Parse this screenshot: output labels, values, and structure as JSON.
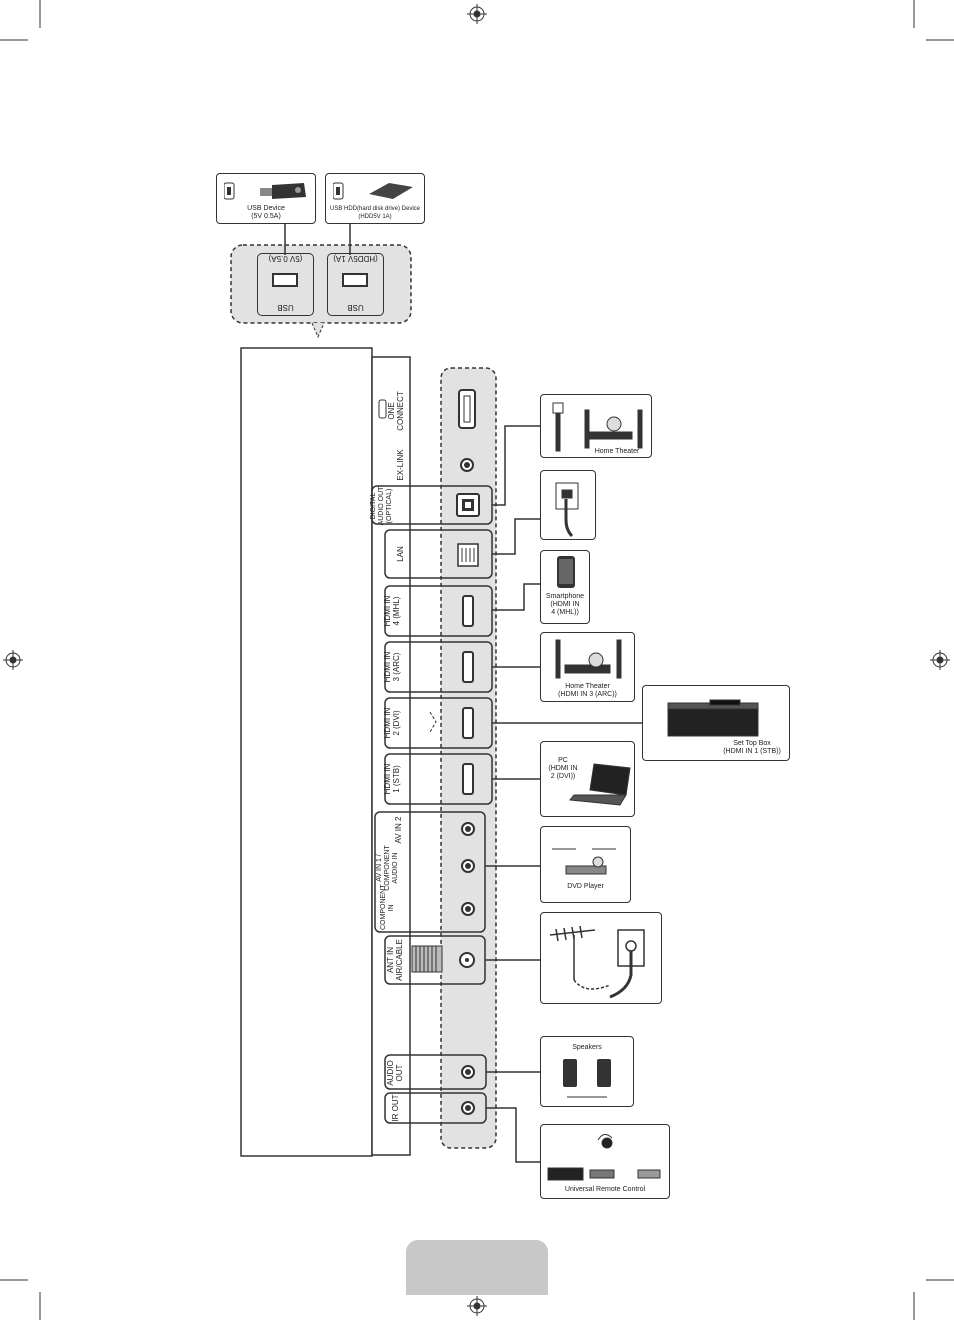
{
  "usb_devices": {
    "usb_device": "USB Device\n(5V 0.5A)",
    "usb_hdd": "USB HDD(hard disk drive) Device\n(HDD5V 1A)"
  },
  "usb_ports": {
    "port1_name": "USB",
    "port1_spec": "(5V 0.5A)",
    "port2_name": "USB",
    "port2_spec": "(HDD5V 1A)"
  },
  "panel_labels": {
    "one_connect": "ONE\nCONNECT",
    "ex_link": "EX-LINK",
    "digital_audio_out": "DIGITAL\nAUDIO OUT\n(OPTICAL)",
    "lan": "LAN",
    "hdmi4": "HDMI IN\n4 (MHL)",
    "hdmi3": "HDMI IN\n3 (ARC)",
    "hdmi2": "HDMI IN\n2 (DVI)",
    "hdmi1": "HDMI IN\n1 (STB)",
    "av_in2": "AV IN 2",
    "av_in1": "AV IN 1 /\nCOMPONENT\nAUDIO IN",
    "component_in": "COMPONENT\nIN",
    "ant_in": "ANT IN\nAIR/CABLE",
    "audio_out": "AUDIO\nOUT",
    "ir_out": "IR OUT"
  },
  "devices": {
    "home_theater": "Home Theater",
    "smartphone": "Smartphone\n(HDMI IN\n4 (MHL))",
    "home_theater_arc": "Home Theater\n(HDMI IN 3 (ARC))",
    "set_top_box": "Set Top Box\n(HDMI IN 1 (STB))",
    "pc": "PC\n(HDMI IN\n2 (DVI))",
    "dvd_player": "DVD Player",
    "speakers": "Speakers",
    "universal_remote": "Universal Remote Control"
  }
}
